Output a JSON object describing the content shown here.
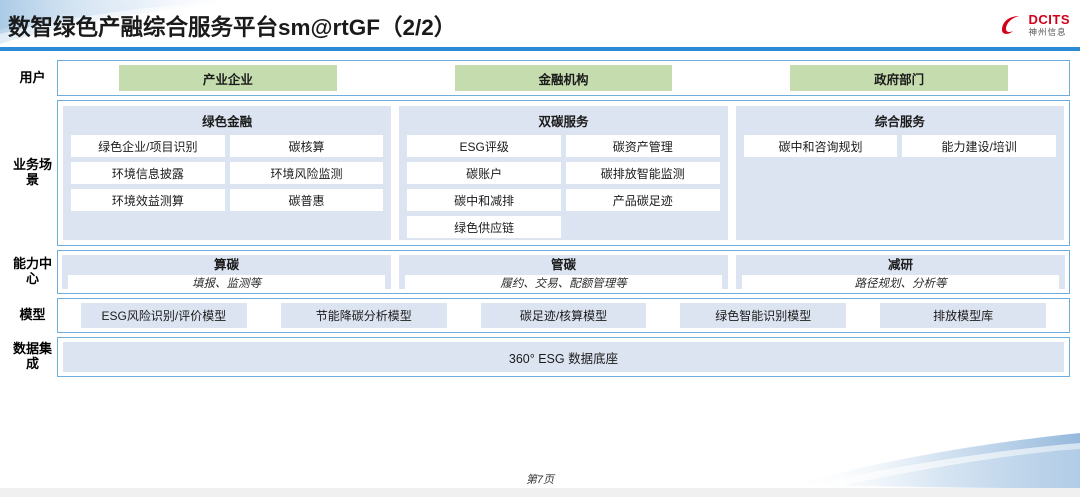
{
  "header": {
    "title": "数智绿色产融综合服务平台sm@rtGF（2/2）",
    "logo_en": "DCITS",
    "logo_cn": "神州信息"
  },
  "colors": {
    "accent_blue": "#2a8bd4",
    "border_blue": "#6faede",
    "panel_blue": "#dce3f1",
    "user_green": "#c5ddae",
    "logo_red": "#d4001a"
  },
  "rows": [
    {
      "label": "用户",
      "items": [
        "产业企业",
        "金融机构",
        "政府部门"
      ]
    },
    {
      "label": "业务场景",
      "panels": [
        {
          "title": "绿色金融",
          "items": [
            "绿色企业/项目识别",
            "碳核算",
            "环境信息披露",
            "环境风险监测",
            "环境效益测算",
            "碳普惠"
          ]
        },
        {
          "title": "双碳服务",
          "items": [
            "ESG评级",
            "碳资产管理",
            "碳账户",
            "碳排放智能监测",
            "碳中和减排",
            "产品碳足迹",
            "绿色供应链"
          ]
        },
        {
          "title": "综合服务",
          "items": [
            "碳中和咨询规划",
            "能力建设/培训"
          ]
        }
      ]
    },
    {
      "label": "能力中心",
      "panels": [
        {
          "title": "算碳",
          "sub": "填报、监测等"
        },
        {
          "title": "管碳",
          "sub": "履约、交易、配额管理等"
        },
        {
          "title": "减研",
          "sub": "路径规划、分析等"
        }
      ]
    },
    {
      "label": "模型",
      "items": [
        "ESG风险识别/评价模型",
        "节能降碳分析模型",
        "碳足迹/核算模型",
        "绿色智能识别模型",
        "排放模型库"
      ]
    },
    {
      "label": "数据集成",
      "items": [
        "360° ESG 数据底座"
      ]
    }
  ],
  "footer": {
    "page_label": "第7页"
  }
}
